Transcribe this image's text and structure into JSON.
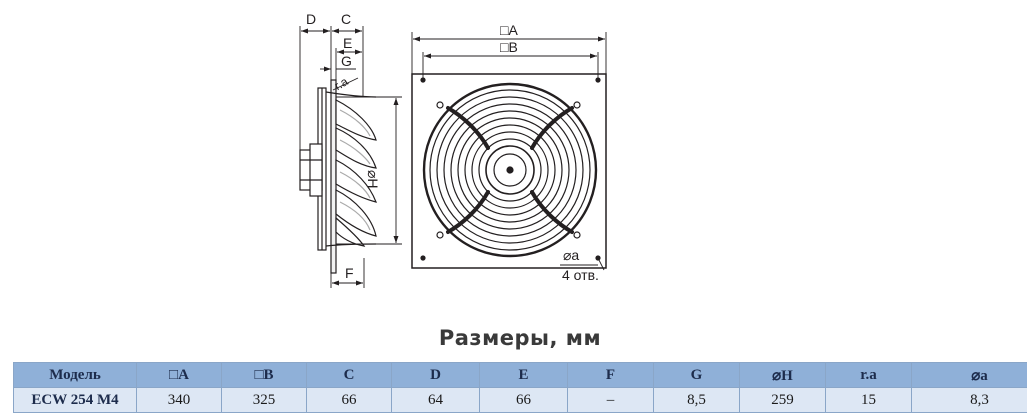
{
  "drawing": {
    "labels": {
      "D": "D",
      "C": "C",
      "E": "E",
      "G": "G",
      "ra": "r.a",
      "A": "□A",
      "B": "□B",
      "H": "⌀H",
      "a": "⌀a",
      "holes": "4 отв.",
      "F": "F"
    }
  },
  "caption": "Размеры, мм",
  "table": {
    "headers": [
      "Модель",
      "□A",
      "□B",
      "C",
      "D",
      "E",
      "F",
      "G",
      "⌀H",
      "r.a",
      "⌀a"
    ],
    "rows": [
      [
        "ECW 254 M4",
        "340",
        "325",
        "66",
        "64",
        "66",
        "–",
        "8,5",
        "259",
        "15",
        "8,3"
      ]
    ]
  }
}
